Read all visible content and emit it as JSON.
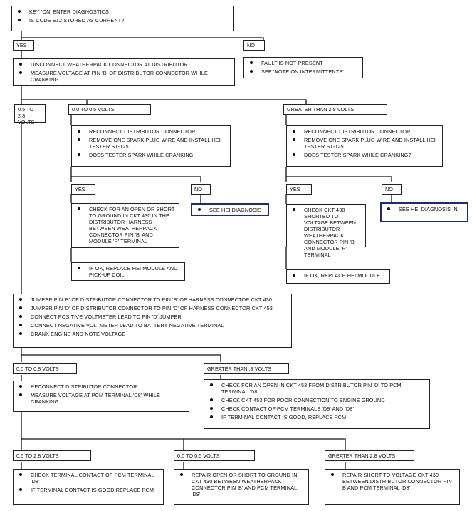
{
  "start": [
    "KEY 'ON' ENTER DIAGNOSTICS",
    "IS CODE E12 STORED AS CURRENT?"
  ],
  "yes1": "YES",
  "no1": "NO",
  "yes1_box": [
    "DISCONNECT WEATHERPACK CONNECTOR AT DISTRIBUTOR",
    "MEASURE VOLTAGE AT PIN 'B' OF DISTRIBUTOR CONNECTOR WHILE CRANKING"
  ],
  "no1_box": [
    "FAULT IS NOT PRESENT",
    "SEE 'NOTE ON INTERMITTENTS'"
  ],
  "v_a": "0.5 TO 2.8 VOLTS",
  "v_b": "0.0 TO 0.5 VOLTS",
  "v_c": "GREATER THAN 2.8 VOLTS",
  "mid_left_box": [
    "RECONNECT DISTRIBUTOR CONNECTOR",
    "REMOVE ONE SPARK PLUG WIRE AND INSTALL HEI TESTER ST-125",
    "DOES TESTER SPARK WHILE CRANKING"
  ],
  "mid_right_box": [
    "RECONNECT DISTRIBUTOR CONNECTOR",
    "REMOVE ONE SPARK PLUG WIRE AND INSTALL HEI TESTER ST-125",
    "DOES TESTER SPARK WHILE CRANKING?"
  ],
  "yes_l": "YES",
  "no_l": "NO",
  "yes_r": "YES",
  "no_r": "NO",
  "check_open_box": [
    "CHECK FOR AN OPEN OR SHORT TO GROUND IN CKT 430 IN THE DISTRIBUTOR HARNESS BETWEEN WEATHERPACK CONNECTOR PIN 'B' AND MODULE 'R' TERMINAL"
  ],
  "see_hei_l": [
    "SEE HEI DIAGNOSIS"
  ],
  "check_ckt_box": [
    "CHECK CKT 430 SHORTED TO VOLTAGE BETWEEN DISTRIBUTOR WEATHERPACK CONNECTOR PIN 'B' AND MODULE 'R' TERMINAL"
  ],
  "see_hei_r": [
    "SEE HEI DIAGNOSIS IN"
  ],
  "ifok_l": [
    "IF OK, REPLACE HEI MODULE AND PICK-UP COIL"
  ],
  "ifok_r": [
    "IF OK, REPLACE HEI MODULE"
  ],
  "jumper_box": [
    "JUMPER PIN 'B' OF DISTRIBUTOR CONNECTOR TO PIN 'B' OF HARNESS CONNECTOR CKT 430",
    "JUMPER PIN 'D' OF DISTRIBUTOR CONNECTOR TO PIN 'D' OF HARNESS CONNECTOR CKT 453",
    "CONNECT POSITIVE VOLTMETER LEAD TO PIN 'D' JUMPER",
    "CONNECT NEGATIVE VOLTMETER LEAD TO BATTERY NEGATIVE TERMINAL",
    "CRANK ENGINE AND NOTE VOLTAGE"
  ],
  "v_d": "0.0 TO 0.8 VOLTS",
  "v_e": "GREATER THAN .8 VOLTS",
  "reconnect_box": [
    "RECONNECT DISTRIBUTOR CONNECTOR",
    "MEASURE VOLTAGE AT PCM TERMINAL 'D8' WHILE CRANKING"
  ],
  "check453_box": [
    "CHECK FOR AN OPEN IN CKT 453 FROM DISTRIBUTOR PIN 'D' TO PCM TERMINAL 'D8'",
    "CHECK CKT 453 FOR POOR CONNECTION TO ENGINE GROUND",
    "CHECK CONTACT OF PCM TERMINALS 'D9' AND 'D8'",
    "IF TERMINAL CONTACT IS GOOD, REPLACE PCM"
  ],
  "v_f": "0.5 TO 2.8 VOLTS",
  "v_g": "0.0 TO 0.5 VOLTS",
  "v_h": "GREATER THAN 2.8 VOLTS",
  "bottom1": [
    "CHECK TERMINAL CONTACT OF PCM TERMINAL 'D8'",
    "IF TERMINAL CONTACT IS GOOD REPLACE PCM"
  ],
  "bottom2": [
    "REPAIR OPEN OR SHORT TO GROUND IN CKT 430 BETWEEN WEATHERPACK CONNECTOR PIN 'B' AND PCM TERMINAL 'D8'"
  ],
  "bottom3": [
    "REPAIR SHORT TO VOLTAGE CKT 430 BETWEEN DISTRIBUTOR CONNECTOR PIN B AND PCM TERMINAL 'D8'"
  ]
}
